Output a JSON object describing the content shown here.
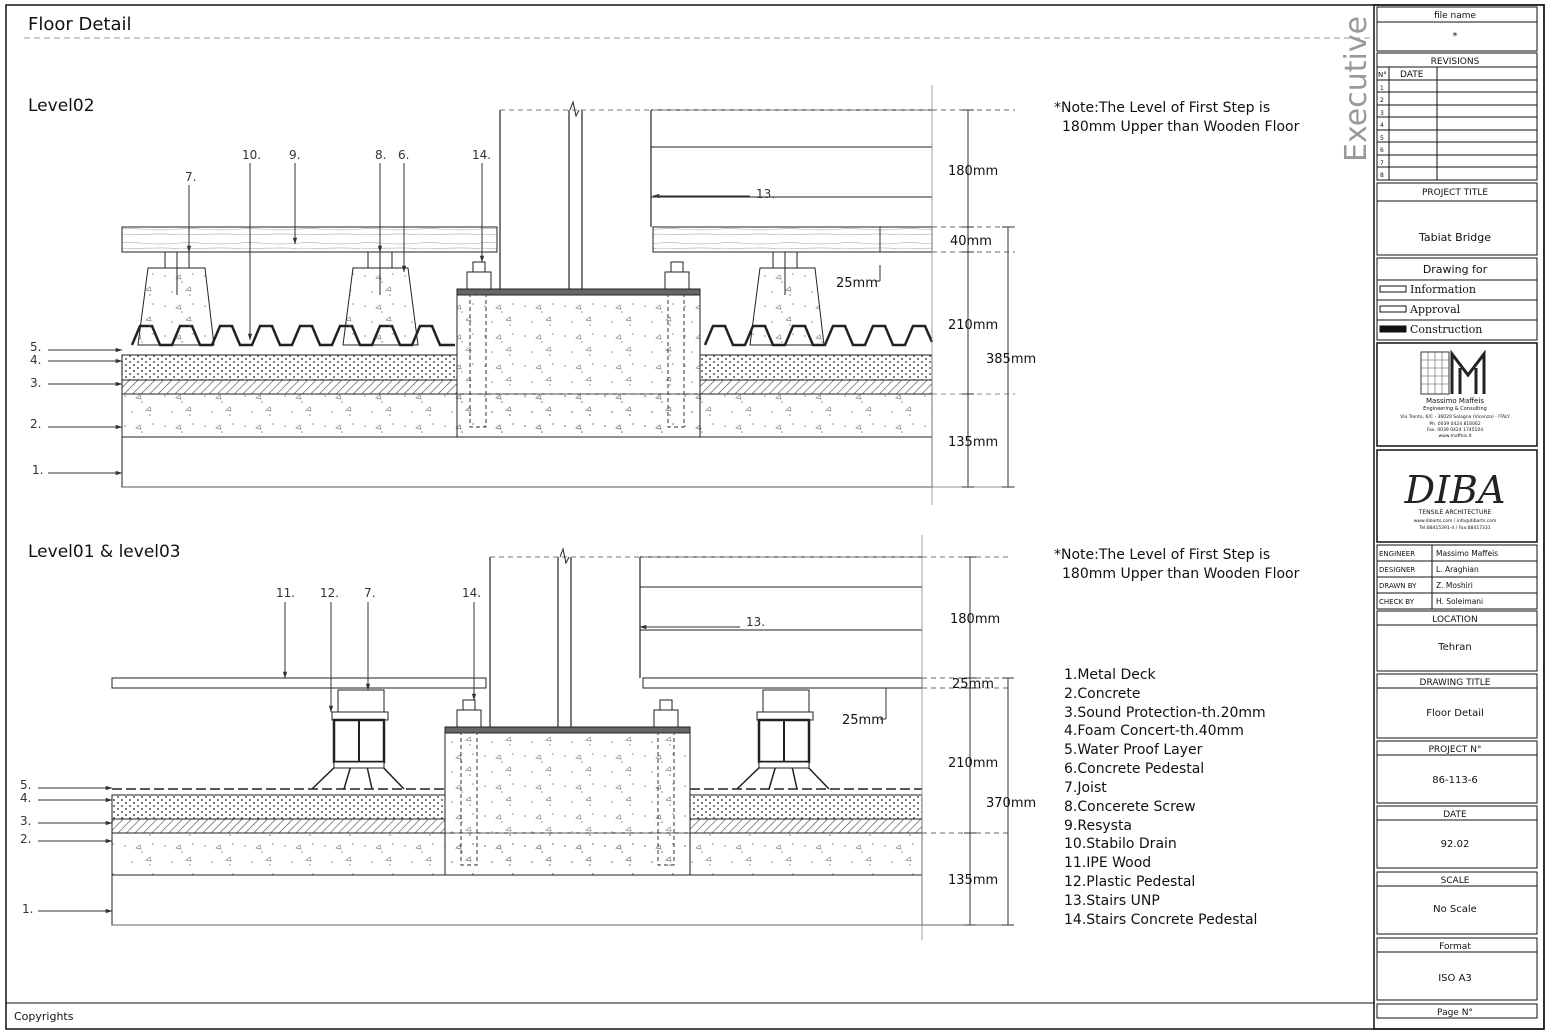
{
  "sheet": {
    "title": "Floor Detail",
    "copyrights": "Copyrights",
    "stamp": "Executive"
  },
  "level02": {
    "heading": "Level02",
    "note_line1": "*Note:The Level of First Step is",
    "note_line2": "180mm Upper than Wooden Floor",
    "callouts": [
      "10.",
      "9.",
      "8.",
      "6.",
      "14.",
      "7.",
      "13.",
      "5.",
      "4.",
      "3.",
      "2.",
      "1."
    ],
    "dims": [
      "180mm",
      "40mm",
      "25mm",
      "210mm",
      "385mm",
      "135mm"
    ]
  },
  "level01": {
    "heading": "Level01 & level03",
    "note_line1": "*Note:The Level of First Step is",
    "note_line2": "180mm Upper than Wooden Floor",
    "callouts": [
      "11.",
      "12.",
      "7.",
      "14.",
      "13.",
      "5.",
      "4.",
      "3.",
      "2.",
      "1."
    ],
    "dims": [
      "180mm",
      "25mm",
      "25mm",
      "210mm",
      "370mm",
      "135mm"
    ]
  },
  "legend": [
    "1.Metal Deck",
    "2.Concrete",
    "3.Sound Protection-th.20mm",
    "4.Foam Concert-th.40mm",
    "5.Water Proof Layer",
    "6.Concrete Pedestal",
    "7.Joist",
    "8.Concerete Screw",
    "9.Resysta",
    "10.Stabilo Drain",
    "11.IPE Wood",
    "12.Plastic Pedestal",
    "13.Stairs UNP",
    "14.Stairs Concrete Pedestal"
  ],
  "title_block": {
    "file_name_label": "file name",
    "file_name_value": "*",
    "revisions_label": "REVISIONS",
    "rev_no_label": "N°",
    "rev_date_label": "DATE",
    "rev_rows": [
      "1",
      "2",
      "3",
      "4",
      "5",
      "6",
      "7",
      "8"
    ],
    "project_title_label": "PROJECT TITLE",
    "project_title_value": "Tabiat Bridge",
    "drawing_for_label": "Drawing  for",
    "drawing_for_options": [
      "Information",
      "Approval",
      "Construction"
    ],
    "logo1_name": "Massimo Maffeis",
    "logo1_sub": "Engineering & Consulting",
    "logo1_addr1": "Via Trento, 6/C - 36020 Solagna (Vicenza) - ITALY",
    "logo1_addr2": "Ph. 0039 0424 816062",
    "logo1_addr3": "Fax. 0039 0424 1745104",
    "logo1_addr4": "www.maffeis.it",
    "logo2_mark": "DIBA",
    "logo2_sub": "TENSILE ARCHITECTURE",
    "logo2_addr1": "www.dibarts.com / info@dibarts.com",
    "logo2_addr2": "Tel:88415391-4 / Fax:88417331",
    "people": [
      {
        "role": "ENGINEER",
        "name": "Massimo Maffeis"
      },
      {
        "role": "DESIGNER",
        "name": "L. Araghian"
      },
      {
        "role": "DRAWN BY",
        "name": "Z. Moshiri"
      },
      {
        "role": "CHECK BY",
        "name": "H. Soleimani"
      }
    ],
    "location_label": "LOCATION",
    "location_value": "Tehran",
    "drawing_title_label": "DRAWING TITLE",
    "drawing_title_value": "Floor Detail",
    "project_no_label": "PROJECT N°",
    "project_no_value": "86-113-6",
    "date_label": "DATE",
    "date_value": "92.02",
    "scale_label": "SCALE",
    "scale_value": "No Scale",
    "format_label": "Format",
    "format_value": "ISO A3",
    "page_label": "Page N°"
  }
}
